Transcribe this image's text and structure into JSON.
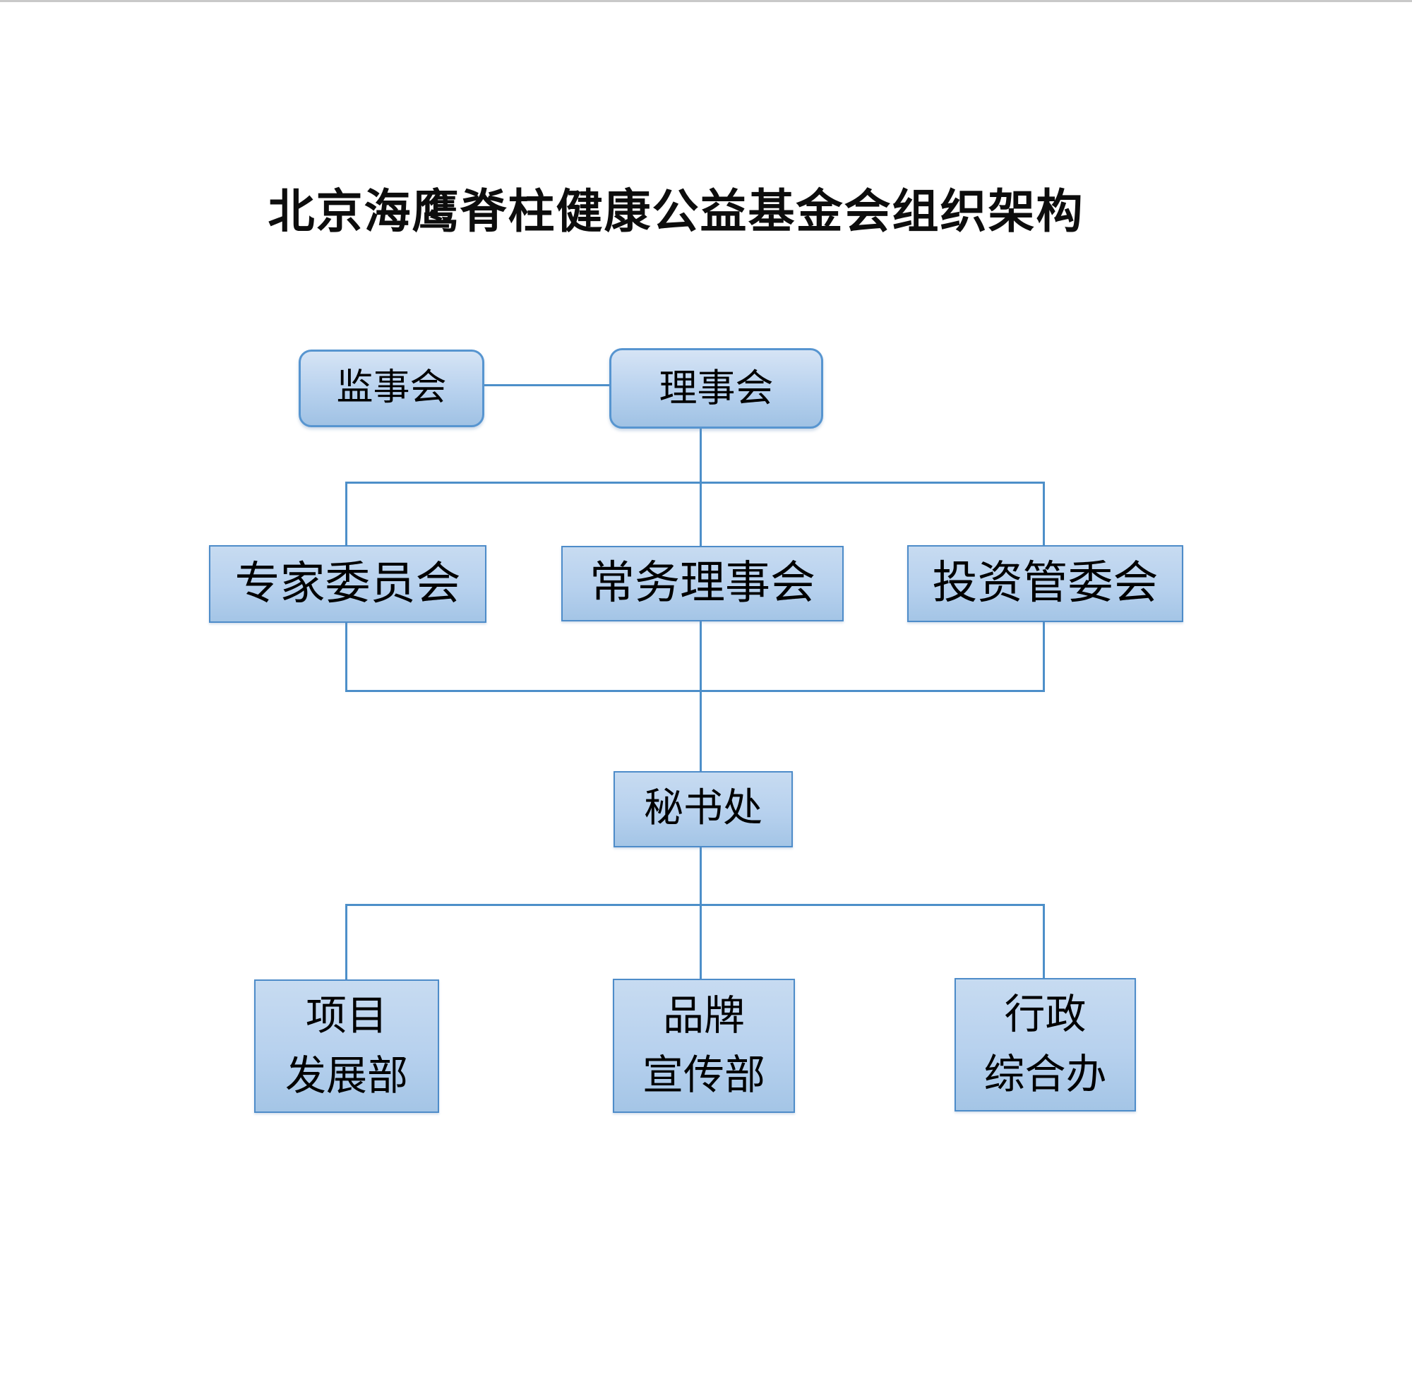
{
  "title": "北京海鹰脊柱健康公益基金会组织架构",
  "nodes": {
    "jianshihui": {
      "label": "监事会"
    },
    "lishihui": {
      "label": "理事会"
    },
    "zhuanjia": {
      "label": "专家委员会"
    },
    "changwu": {
      "label": "常务理事会"
    },
    "touzi": {
      "label": "投资管委会"
    },
    "mishuchu": {
      "label": "秘书处"
    },
    "xiangmu": {
      "line1": "项目",
      "line2": "发展部"
    },
    "pinpai": {
      "line1": "品牌",
      "line2": "宣传部"
    },
    "xingzheng": {
      "line1": "行政",
      "line2": "综合办"
    }
  },
  "colors": {
    "box_fill": "#b7d1ee",
    "box_border": "#4e8cc9",
    "rounded_border": "#5795d0",
    "line": "#4d8fc9",
    "title": "#0d0d0d"
  }
}
